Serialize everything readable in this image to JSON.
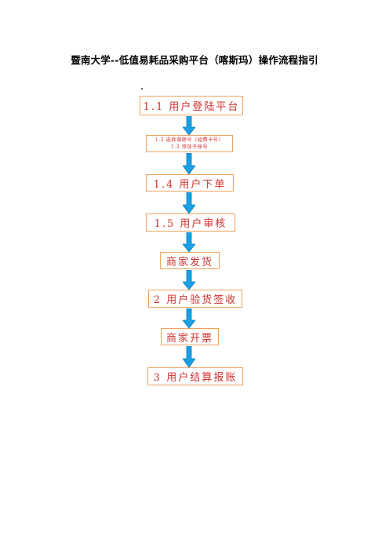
{
  "document": {
    "title": "暨南大学--低值易耗品采购平台（喀斯玛）操作流程指引"
  },
  "flow": {
    "step1": "1.1 用户登陆平台",
    "step2_line1": "1.2 选择课题号（经费卡号）",
    "step2_line2": "1.3 添加子账号",
    "step3": "1.4 用户下单",
    "step4": "1.5 用户审核",
    "step5": "商家发货",
    "step6": "2 用户验货签收",
    "step7": "商家开票",
    "step8": "3 用户结算报账"
  },
  "colors": {
    "box_border": "#f0a35e",
    "box_text": "#d0312d",
    "arrow_fill": "#1aa0e6",
    "arrow_stroke": "#0f78b4"
  }
}
